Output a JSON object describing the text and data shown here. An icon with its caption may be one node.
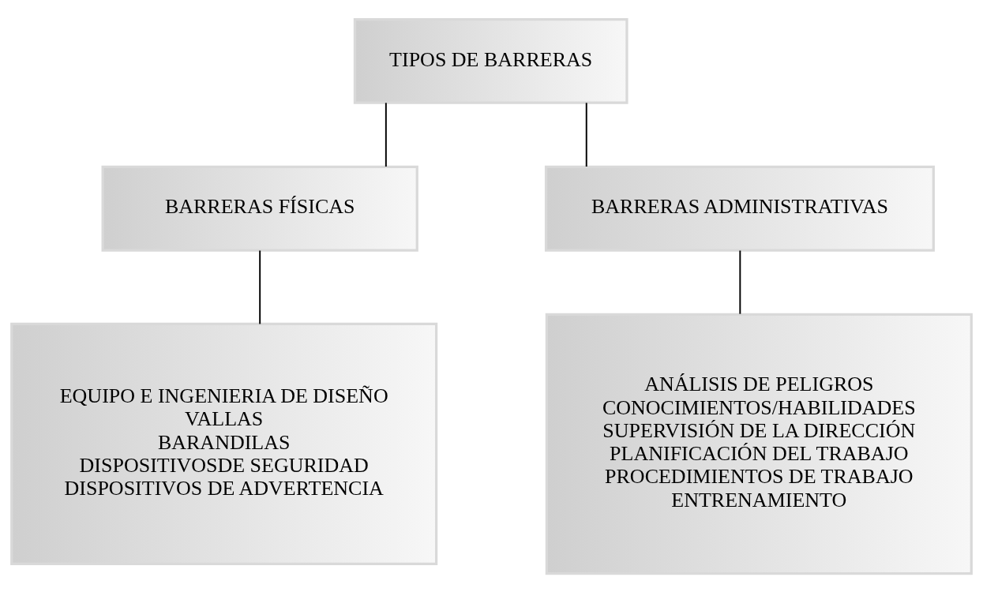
{
  "diagram": {
    "nodes": [
      {
        "text": [
          "TIPOS DE BARRERAS"
        ]
      },
      {
        "text": [
          "BARRERAS FÍSICAS"
        ]
      },
      {
        "text": [
          "BARRERAS ADMINISTRATIVAS"
        ]
      },
      {
        "text": [
          "EQUIPO E INGENIERIA DE DISEÑO",
          "VALLAS",
          "BARANDILAS",
          "DISPOSITIVOSDE SEGURIDAD",
          "DISPOSITIVOS DE ADVERTENCIA"
        ]
      },
      {
        "text": [
          "ANÁLISIS DE PELIGROS",
          "CONOCIMIENTOS/HABILIDADES",
          "SUPERVISIÓN DE LA DIRECCIÓN",
          "PLANIFICACIÓN DEL TRABAJO",
          "PROCEDIMIENTOS DE TRABAJO",
          "ENTRENAMIENTO"
        ]
      }
    ],
    "edges": [
      {
        "from": 0,
        "to": 1,
        "arrow": "none"
      },
      {
        "from": 0,
        "to": 2,
        "arrow": "none"
      },
      {
        "from": 1,
        "to": 3,
        "arrow": "none"
      },
      {
        "from": 2,
        "to": 4,
        "arrow": "none"
      }
    ]
  }
}
